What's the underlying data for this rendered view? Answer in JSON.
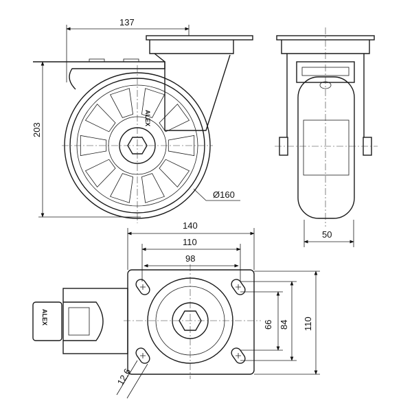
{
  "side_view": {
    "width_dim": "137",
    "height_dim": "203",
    "wheel_diameter": "Ø160",
    "wheel_logo": "ALEX"
  },
  "front_view": {
    "wheel_width_dim": "50"
  },
  "bottom_view": {
    "plate_width": "140",
    "hole_spacing_outer": "110",
    "hole_spacing_inner": "98",
    "vertical_inner": "66",
    "vertical_mid": "84",
    "vertical_outer": "110",
    "slot_dim": "12.6",
    "brake_logo": "ALEX"
  }
}
